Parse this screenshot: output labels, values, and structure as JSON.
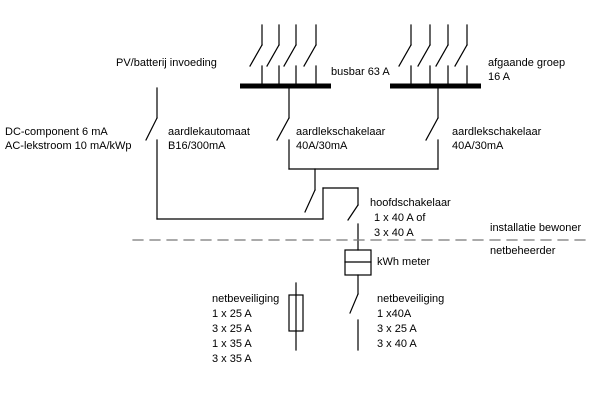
{
  "labels": {
    "pv_infeed": "PV/batterij invoeding",
    "busbar": "busbar 63 A",
    "outgoing_group": [
      "afgaande groep",
      "16 A"
    ],
    "dc_component": [
      "DC-component 6 mA",
      "AC-lekstroom 10 mA/kWp"
    ],
    "rcbo": [
      "aardlekautomaat",
      "B16/300mA"
    ],
    "rcd_1": [
      "aardlekschakelaar",
      "40A/30mA"
    ],
    "rcd_2": [
      "aardlekschakelaar",
      "40A/30mA"
    ],
    "main_switch": [
      "hoofdschakelaar",
      "1 x 40 A of",
      "3 x 40 A"
    ],
    "zone_resident": "installatie bewoner",
    "zone_operator": "netbeheerder",
    "kwh_meter": "kWh meter",
    "net_fuse": [
      "netbeveiliging",
      "1 x 25 A",
      "3 x 25 A",
      "1 x 35 A",
      "3 x 35 A"
    ],
    "net_breaker": [
      "netbeveiliging",
      "1 x40A",
      "3 x 25 A",
      "3 x 40 A"
    ]
  }
}
